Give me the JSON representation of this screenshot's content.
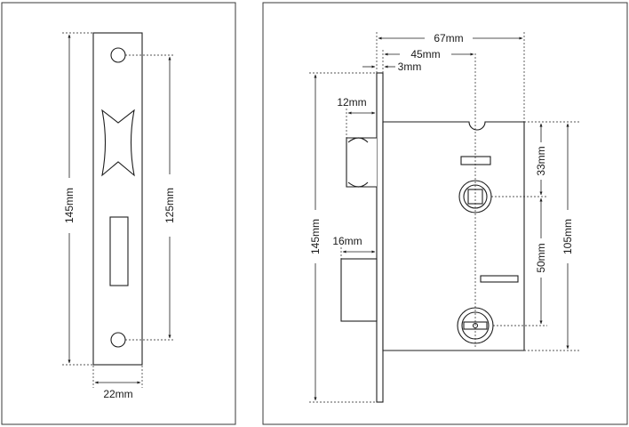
{
  "strike_plate": {
    "dim_height": "145mm",
    "dim_hole_spacing": "125mm",
    "dim_width": "22mm"
  },
  "lock_body": {
    "dim_total_depth": "67mm",
    "dim_backset": "45mm",
    "dim_faceplate_thickness": "3mm",
    "dim_latch_projection": "12mm",
    "dim_deadbolt_projection": "16mm",
    "dim_faceplate_height": "145mm",
    "dim_body_height": "105mm",
    "dim_top_to_spindle": "33mm",
    "dim_spindle_to_cylinder": "50mm"
  }
}
